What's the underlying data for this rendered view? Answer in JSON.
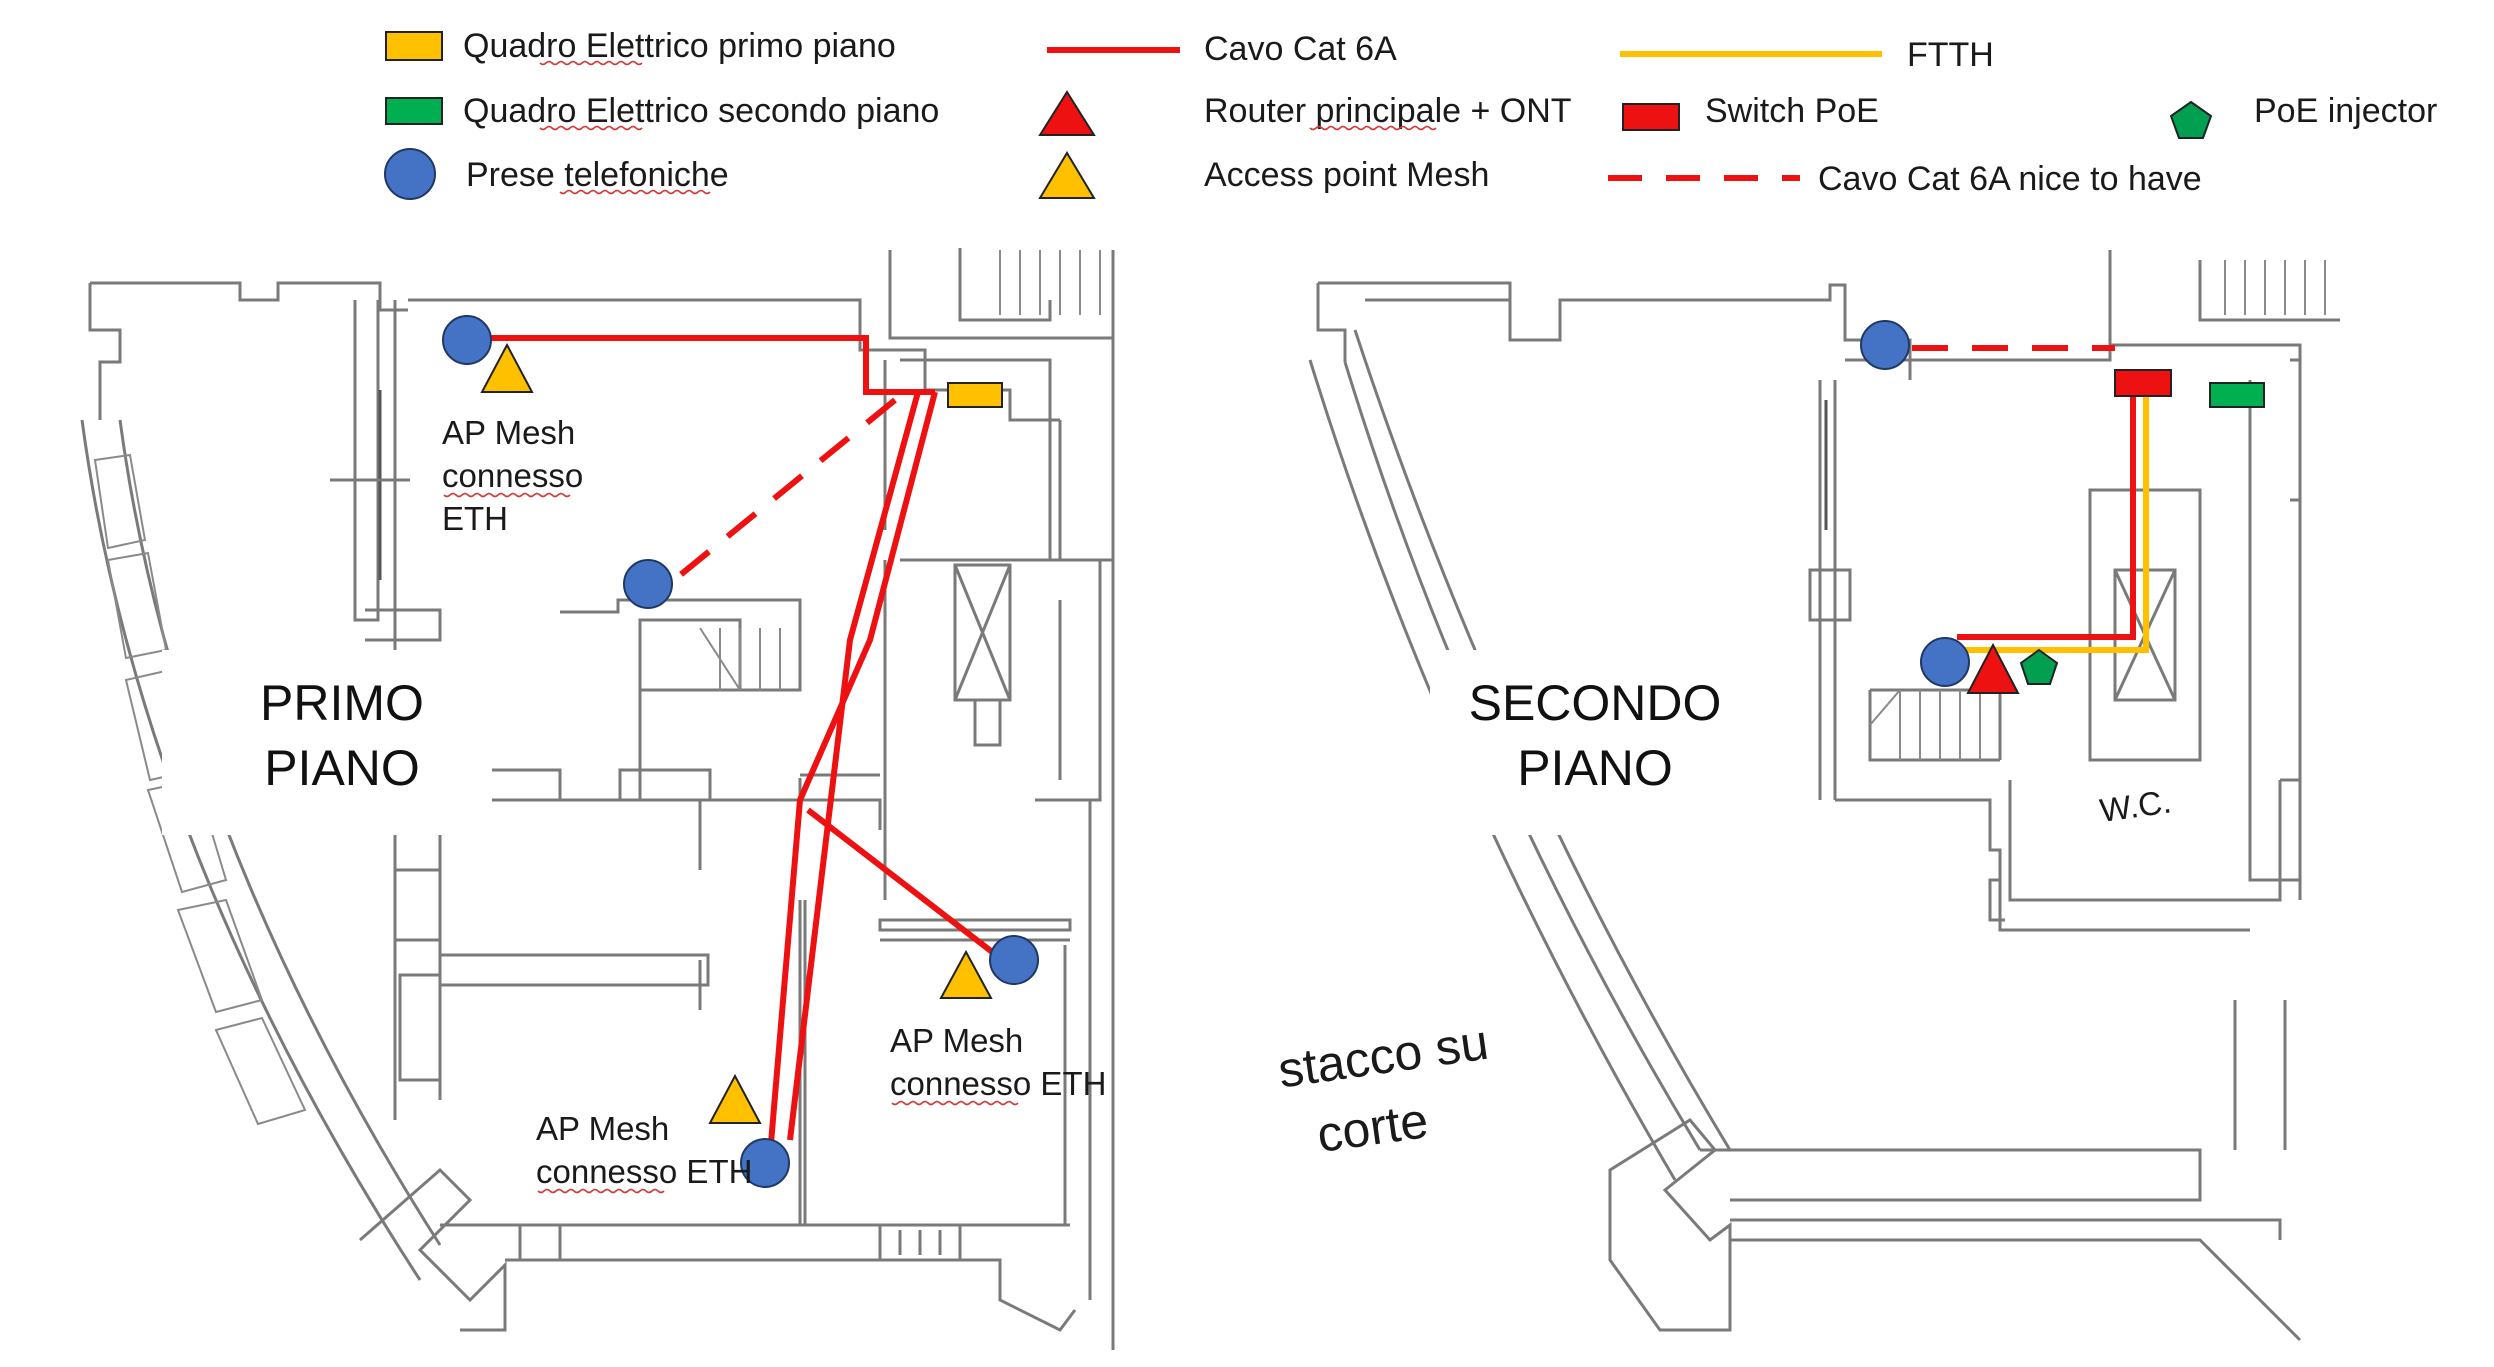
{
  "legend": {
    "items": [
      {
        "id": "electric-panel-first",
        "label": "Quadro Elettrico primo piano",
        "symbol": "rect",
        "color": "#FFC000"
      },
      {
        "id": "electric-panel-second",
        "label": "Quadro Elettrico secondo piano",
        "symbol": "rect",
        "color": "#00B050"
      },
      {
        "id": "phone-outlets",
        "label": "Prese telefoniche",
        "symbol": "circle",
        "color": "#4472C4"
      },
      {
        "id": "cat6a-cable",
        "label": "Cavo Cat 6A",
        "symbol": "line",
        "color": "#EE1111"
      },
      {
        "id": "main-router",
        "label": "Router principale + ONT",
        "symbol": "triangle",
        "color": "#EE1111"
      },
      {
        "id": "mesh-ap",
        "label": "Access point Mesh",
        "symbol": "triangle",
        "color": "#FFC000"
      },
      {
        "id": "ftth",
        "label": "FTTH",
        "symbol": "line",
        "color": "#FFC000"
      },
      {
        "id": "poe-switch",
        "label": "Switch PoE",
        "symbol": "rect",
        "color": "#EE1111"
      },
      {
        "id": "cat6a-optional",
        "label": "Cavo Cat 6A nice to have",
        "symbol": "dashed-line",
        "color": "#EE1111"
      },
      {
        "id": "poe-injector",
        "label": "PoE injector",
        "symbol": "pentagon",
        "color": "#00A050"
      }
    ]
  },
  "floors": {
    "first": {
      "title_line1": "PRIMO",
      "title_line2": "PIANO",
      "notes": {
        "ap_top": [
          "AP Mesh",
          "connesso",
          "ETH"
        ],
        "ap_right": [
          "AP Mesh",
          "connesso ETH"
        ],
        "ap_bottom": [
          "AP Mesh",
          "connesso ETH"
        ]
      }
    },
    "second": {
      "title_line1": "SECONDO",
      "title_line2": "PIANO",
      "wc_label": "W.C.",
      "courtyard_label_line1": "stacco su",
      "courtyard_label_line2": "corte"
    }
  },
  "colors": {
    "cable_red": "#EE1111",
    "ftth_yellow": "#FFC000",
    "phone_blue": "#4472C4",
    "panel_green": "#00B050",
    "outline": "#222222"
  }
}
